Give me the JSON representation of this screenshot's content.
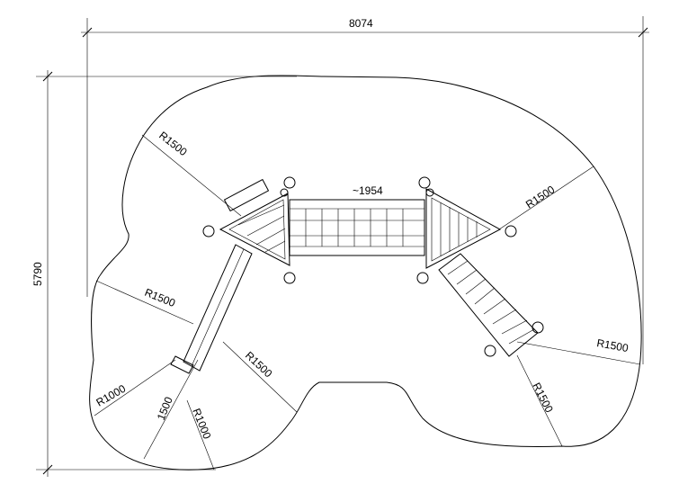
{
  "dimensions": {
    "overall_width": "8074",
    "overall_height": "5790",
    "bridge_length": "~1954",
    "slide_runout": "1500"
  },
  "radii": {
    "top_left": "R1500",
    "top_right": "R1500",
    "left_middle": "R1500",
    "slide_right": "R1500",
    "right_middle": "R1500",
    "bottom_right": "R1500",
    "bottom_left_a": "R1000",
    "bottom_left_b": "R1000"
  }
}
